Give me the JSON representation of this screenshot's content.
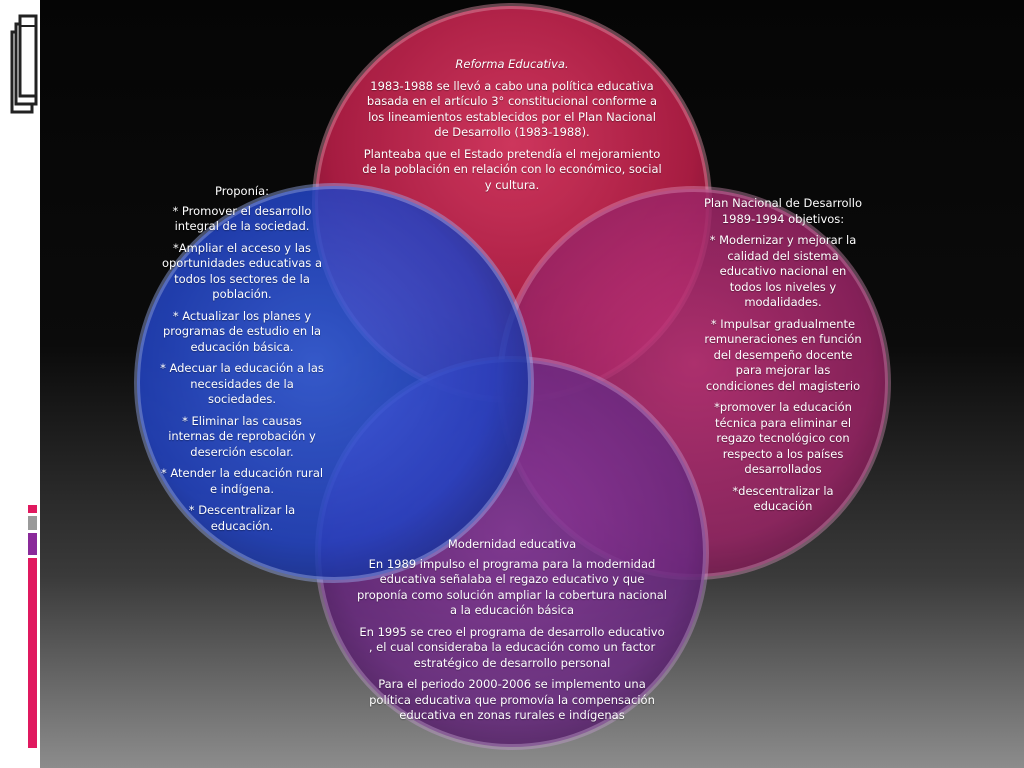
{
  "colors": {
    "top_circle": "#c0254f",
    "left_circle": "#2a4fd6",
    "right_circle": "#a82a6e",
    "bottom_circle": "#7a2d8c",
    "accent_pink": "#e0195f",
    "accent_purple": "#8a2a9a"
  },
  "decoration": {
    "icon": "window-stack-icon"
  },
  "circles": {
    "top": {
      "title": "Reforma Educativa.",
      "p1": "1983-1988 se llevó a cabo una política educativa basada en el artículo 3° constitucional conforme a los lineamientos establecidos por el  Plan Nacional de Desarrollo (1983-1988).",
      "p2": "Planteaba que el Estado pretendía el mejoramiento de la población en relación con lo económico, social y cultura."
    },
    "left": {
      "title": "Proponía:",
      "items": [
        "* Promover el desarrollo integral de la sociedad.",
        "*Ampliar el acceso y las oportunidades educativas a todos los sectores de la población.",
        "*  Actualizar los planes y programas de estudio en la educación básica.",
        "* Adecuar la educación a las necesidades de la sociedades.",
        "* Eliminar las causas internas de reprobación y deserción escolar.",
        "* Atender la educación rural e indígena.",
        "* Descentralizar la educación."
      ]
    },
    "right": {
      "title": "Plan Nacional de Desarrollo 1989-1994 objetivos:",
      "items": [
        "* Modernizar y mejorar la calidad del sistema educativo nacional en todos los niveles y modalidades.",
        "* Impulsar gradualmente remuneraciones en función del desempeño docente para mejorar las condiciones del magisterio",
        "*promover la educación técnica para eliminar el regazo tecnológico con respecto a los países desarrollados",
        "*descentralizar la educación"
      ]
    },
    "bottom": {
      "title": "Modernidad educativa",
      "p1": "En 1989 impulso el programa para la modernidad educativa señalaba el regazo educativo y que proponía como solución ampliar la cobertura nacional a la educación básica",
      "p2": "En 1995 se creo el programa de desarrollo educativo , el cual consideraba la educación como un factor estratégico  de desarrollo personal",
      "p3": "Para el periodo 2000-2006 se implemento una política educativa que promovía la compensación educativa en zonas rurales e indígenas"
    }
  }
}
